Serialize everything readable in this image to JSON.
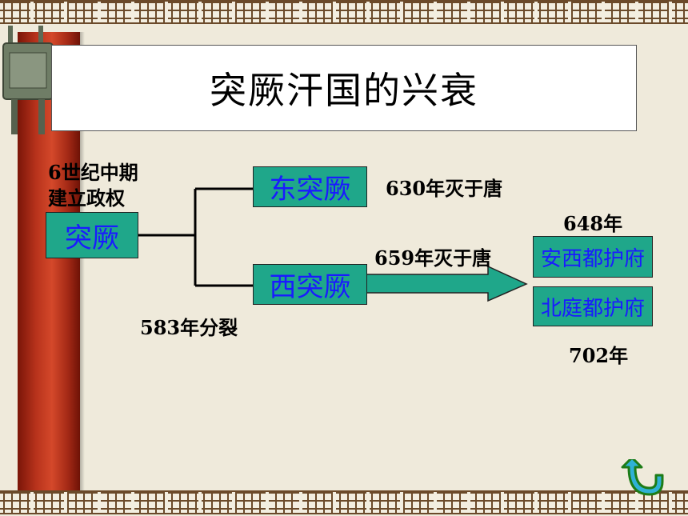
{
  "title": "突厥汗国的兴衰",
  "nodes": {
    "tujue": "突厥",
    "east": "东突厥",
    "west": "西突厥",
    "anxi": "安西都护府",
    "beiting": "北庭都护府"
  },
  "labels": {
    "founded_line1": "6世纪中期",
    "founded_line2": "建立政权",
    "split": "583年分裂",
    "east_end": "630年灭于唐",
    "west_end": "659年灭于唐",
    "anxi_year": "648年",
    "beiting_year": "702年"
  },
  "colors": {
    "box_fill": "#1fa78a",
    "box_text": "#1a1aff",
    "pillar": "#b8331c"
  },
  "icons": {
    "nav": "return-arrow-icon",
    "decor": "bronze-vessel-icon"
  }
}
